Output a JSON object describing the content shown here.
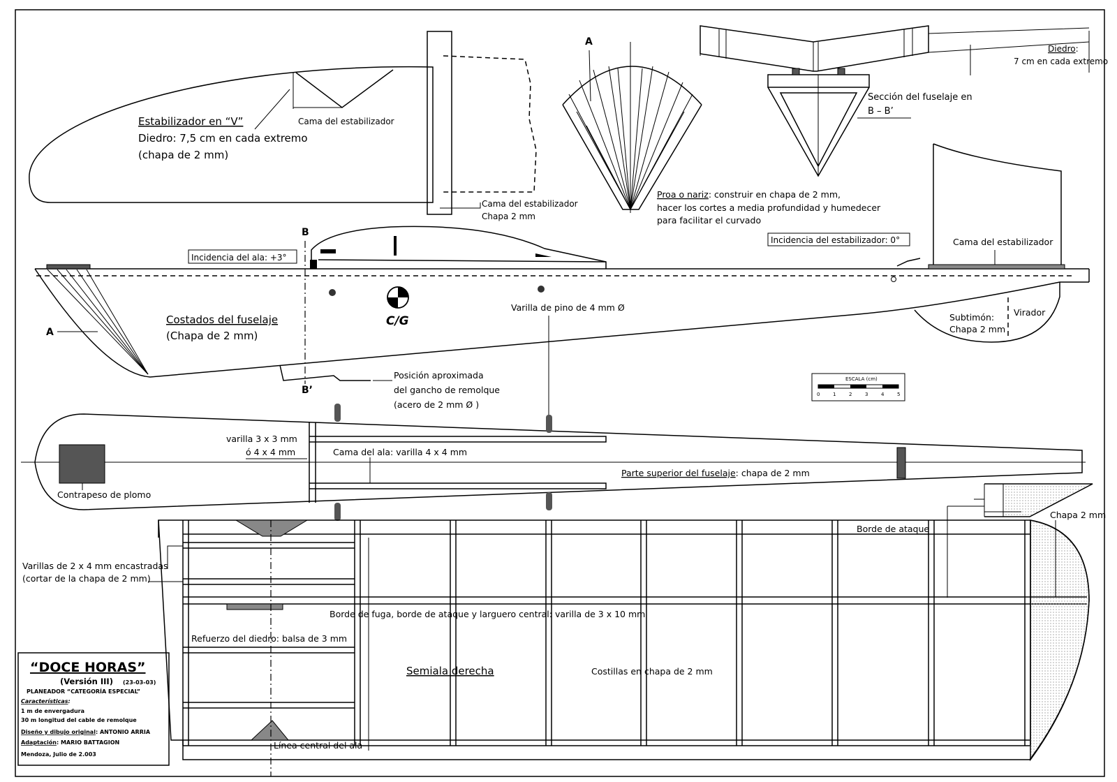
{
  "stabilizer": {
    "title": "Estabilizador en “V”",
    "diedro": "Diedro: 7,5 cm en cada extremo",
    "chapa": "(chapa de 2 mm)",
    "cama_v": "Cama del estabilizador",
    "cama_label_1": "Cama del estabilizador",
    "cama_label_2": "Chapa 2 mm"
  },
  "nose": {
    "label_a": "A",
    "note_head": "Proa o nariz",
    "note_1": ": construir en chapa de 2 mm,",
    "note_2": "hacer los cortes a media profundidad y humedecer",
    "note_3": "para facilitar el curvado"
  },
  "section": {
    "diedro_head": "Diedro",
    "diedro_colon": ":",
    "diedro_text": "7 cm en cada extremo",
    "title_1": "Sección del fuselaje en",
    "title_2": "B – B’"
  },
  "fuselage_side": {
    "label_b": "B",
    "label_b2": "B’",
    "label_a": "A",
    "incidencia_ala": "Incidencia del ala:  +3°",
    "incidencia_estab": "Incidencia del estabilizador: 0°",
    "cama_estab": "Cama del estabilizador",
    "costados_title": "Costados del fuselaje",
    "costados_sub": "(Chapa de 2 mm)",
    "cg": "C/G",
    "varilla_pino": "Varilla de pino de 4 mm Ø",
    "subtimon_1": "Subtimón:",
    "subtimon_2": "Chapa 2 mm",
    "virador": "Virador",
    "gancho_1": "Posición aproximada",
    "gancho_2": "del gancho de remolque",
    "gancho_3": "(acero de 2 mm Ø )"
  },
  "scale": {
    "title": "ESCALA (cm)",
    "ticks": [
      "0",
      "1",
      "2",
      "3",
      "4",
      "5"
    ]
  },
  "fuselage_top": {
    "varilla_1": "varilla  3 x 3 mm",
    "varilla_2": "ó  4 x 4 mm",
    "cama_ala": "Cama del ala: varilla 4 x 4 mm",
    "parte_sup_head": "Parte superior del fuselaje",
    "parte_sup_tail": ": chapa de 2 mm",
    "contrapeso": "Contrapeso de plomo"
  },
  "wing": {
    "chapa": "Chapa 2 mm",
    "borde_ataque": "Borde de ataque",
    "varillas_1": "Varillas de 2 x 4 mm  encastradas",
    "varillas_2": "(cortar de la chapa de 2 mm)",
    "borde_fuga": "Borde de fuga, borde de ataque y larguero central: varilla de 3 x 10 mm",
    "refuerzo": "Refuerzo del diedro: balsa de 3 mm",
    "semiala": "Semiala derecha",
    "costillas": "Costillas en chapa de 2 mm",
    "linea_central": "Línea central del ala"
  },
  "title_block": {
    "title": "“DOCE HORAS”",
    "version": "(Versión III)",
    "date": "(23-03-03)",
    "type": "PLANEADOR “CATEGORÍA ESPECIAL”",
    "caracteristicas": "Características",
    "colon": ":",
    "spec_1": "1 m de envergadura",
    "spec_2": "30 m longitud del cable de remolque",
    "diseno_head": "Diseño y dibujo original",
    "diseno_name": ": ANTONIO ARRIA",
    "adapt_head": "Adaptación",
    "adapt_name": ": MARIO BATTAGION",
    "place": "Mendoza, Julio de 2.003"
  }
}
